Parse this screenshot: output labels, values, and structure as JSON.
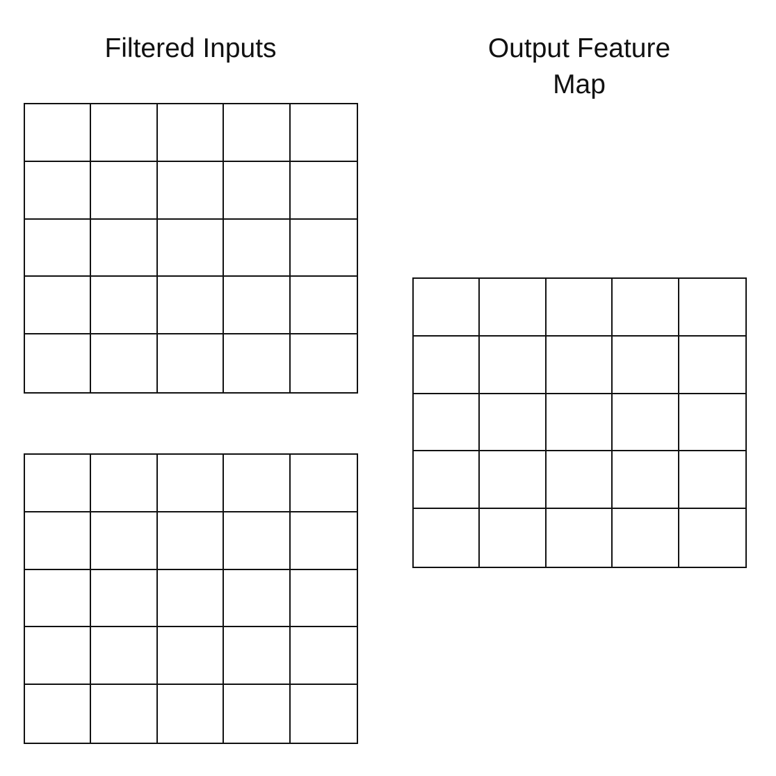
{
  "labels": {
    "left": "Filtered Inputs",
    "right": "Output Feature\nMap"
  },
  "grids": {
    "input_1": {
      "rows": 5,
      "cols": 5
    },
    "input_2": {
      "rows": 5,
      "cols": 5
    },
    "output": {
      "rows": 5,
      "cols": 5
    }
  },
  "colors": {
    "line": "#111111",
    "background": "#ffffff"
  }
}
